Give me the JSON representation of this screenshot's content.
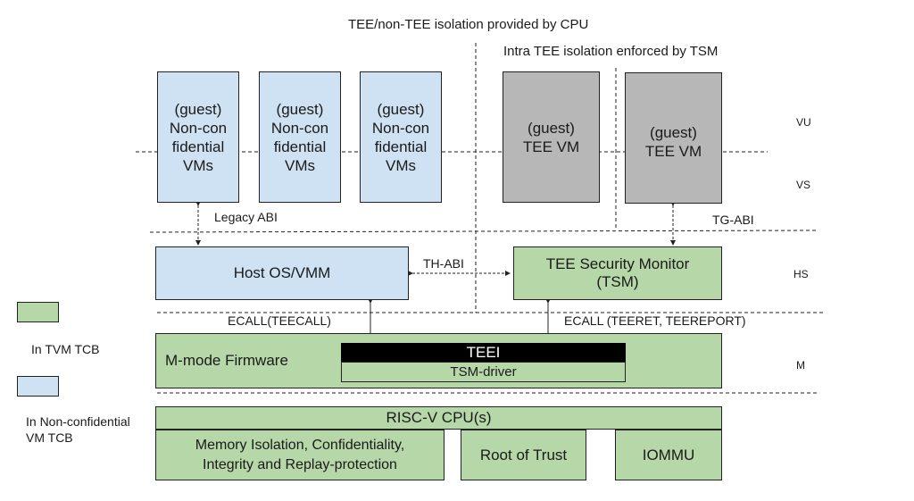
{
  "title_cpu": "TEE/non-TEE isolation provided by CPU",
  "title_tsm": "Intra TEE isolation enforced by TSM",
  "vms": [
    {
      "line1": "(guest)",
      "line2": "Non-con",
      "line3": "fidential",
      "line4": "VMs"
    },
    {
      "line1": "(guest)",
      "line2": "Non-con",
      "line3": "fidential",
      "line4": "VMs"
    },
    {
      "line1": "(guest)",
      "line2": "Non-con",
      "line3": "fidential",
      "line4": "VMs"
    }
  ],
  "tee_vms": [
    {
      "line1": "(guest)",
      "line2": "TEE VM"
    },
    {
      "line1": "(guest)",
      "line2": "TEE VM"
    }
  ],
  "levels": {
    "vu": "VU",
    "vs": "VS",
    "hs": "HS",
    "m": "M"
  },
  "legacy_abi": "Legacy ABI",
  "tg_abi": "TG-ABI",
  "th_abi": "TH-ABI",
  "host_os": "Host OS/VMM",
  "tsm": {
    "line1": "TEE Security Monitor",
    "line2": "(TSM)"
  },
  "ecall_teecall": "ECALL(TEECALL)",
  "ecall_teeret": "ECALL (TEERET, TEEREPORT)",
  "mmode_fw": "M-mode Firmware",
  "teei": "TEEI",
  "tsm_driver": "TSM-driver",
  "cpu": "RISC-V CPU(s)",
  "mem_iso": {
    "line1": "Memory Isolation, Confidentiality,",
    "line2": "Integrity and Replay-protection"
  },
  "root_of_trust": "Root of Trust",
  "iommu": "IOMMU",
  "legend": {
    "tvm_tcb": "In TVM TCB",
    "ncvm_line1": "In Non-confidential",
    "ncvm_line2": "VM TCB"
  },
  "colors": {
    "tvm_tcb": "#b6d7a8",
    "non_confidential": "#cfe2f3",
    "tee_vm": "#b7b7b7",
    "teei_bar": "#000000"
  }
}
